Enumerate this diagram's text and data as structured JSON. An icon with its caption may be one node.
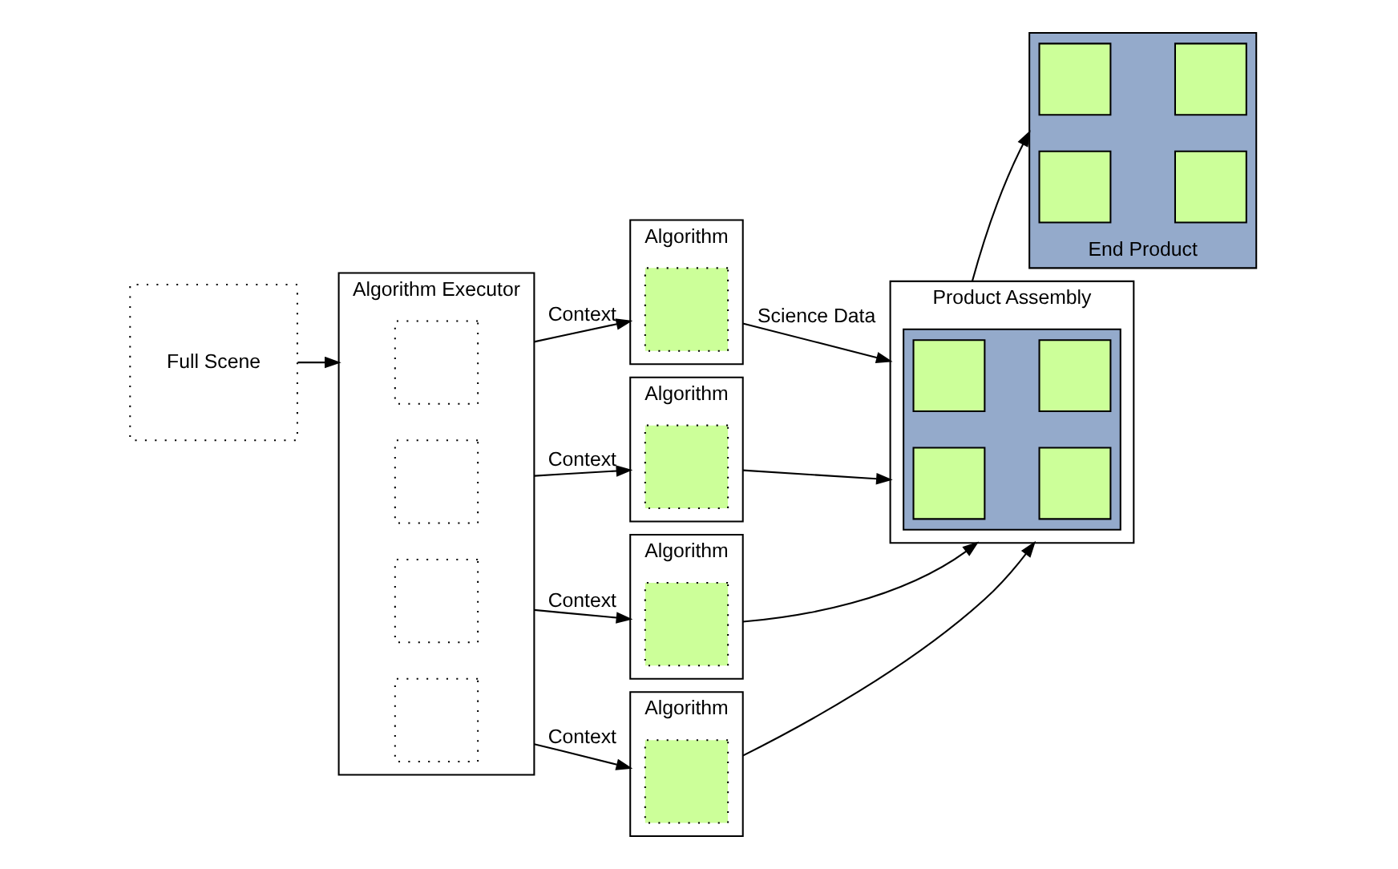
{
  "diagram": {
    "nodes": [
      {
        "text": [
          "Full Scene"
        ]
      },
      {
        "text": [
          "Algorithm Executor"
        ]
      },
      {
        "text": [],
        "shape": "box",
        "in": 1
      },
      {
        "text": [],
        "shape": "box",
        "in": 1
      },
      {
        "text": [],
        "shape": "box",
        "in": 1
      },
      {
        "text": [],
        "shape": "box",
        "in": 1
      },
      {
        "text": [
          "Algorithm"
        ]
      },
      {
        "text": [],
        "shape": "box",
        "in": 6
      },
      {
        "text": [
          "Algorithm"
        ]
      },
      {
        "text": [],
        "shape": "box",
        "in": 8
      },
      {
        "text": [
          "Algorithm"
        ]
      },
      {
        "text": [],
        "shape": "box",
        "in": 10
      },
      {
        "text": [
          "Algorithm"
        ]
      },
      {
        "text": [],
        "shape": "box",
        "in": 12
      },
      {
        "text": [
          "Product Assembly"
        ]
      },
      {
        "text": [],
        "shape": "box",
        "in": 14
      },
      {
        "text": [],
        "shape": "box",
        "in": 15
      },
      {
        "text": [],
        "shape": "box",
        "in": 15
      },
      {
        "text": [],
        "shape": "box",
        "in": 15
      },
      {
        "text": [],
        "shape": "box",
        "in": 15
      },
      {
        "text": [
          "End Product"
        ]
      },
      {
        "text": [],
        "shape": "box",
        "in": 20
      },
      {
        "text": [],
        "shape": "box",
        "in": 20
      },
      {
        "text": [],
        "shape": "box",
        "in": 20
      },
      {
        "text": [],
        "shape": "box",
        "in": 20
      }
    ],
    "edges": [
      {
        "from": 0,
        "to": 1,
        "arrow": "to"
      },
      {
        "from": 1,
        "to": 6,
        "label": "Context",
        "arrow": "to"
      },
      {
        "from": 1,
        "to": 8,
        "label": "Context",
        "arrow": "to"
      },
      {
        "from": 1,
        "to": 10,
        "label": "Context",
        "arrow": "to"
      },
      {
        "from": 1,
        "to": 12,
        "label": "Context",
        "arrow": "to"
      },
      {
        "from": 6,
        "to": 14,
        "label": "Science Data",
        "arrow": "to"
      },
      {
        "from": 8,
        "to": 14,
        "arrow": "to"
      },
      {
        "from": 10,
        "to": 14,
        "arrow": "to"
      },
      {
        "from": 12,
        "to": 14,
        "arrow": "to"
      },
      {
        "from": 14,
        "to": 20,
        "arrow": "to"
      }
    ]
  }
}
